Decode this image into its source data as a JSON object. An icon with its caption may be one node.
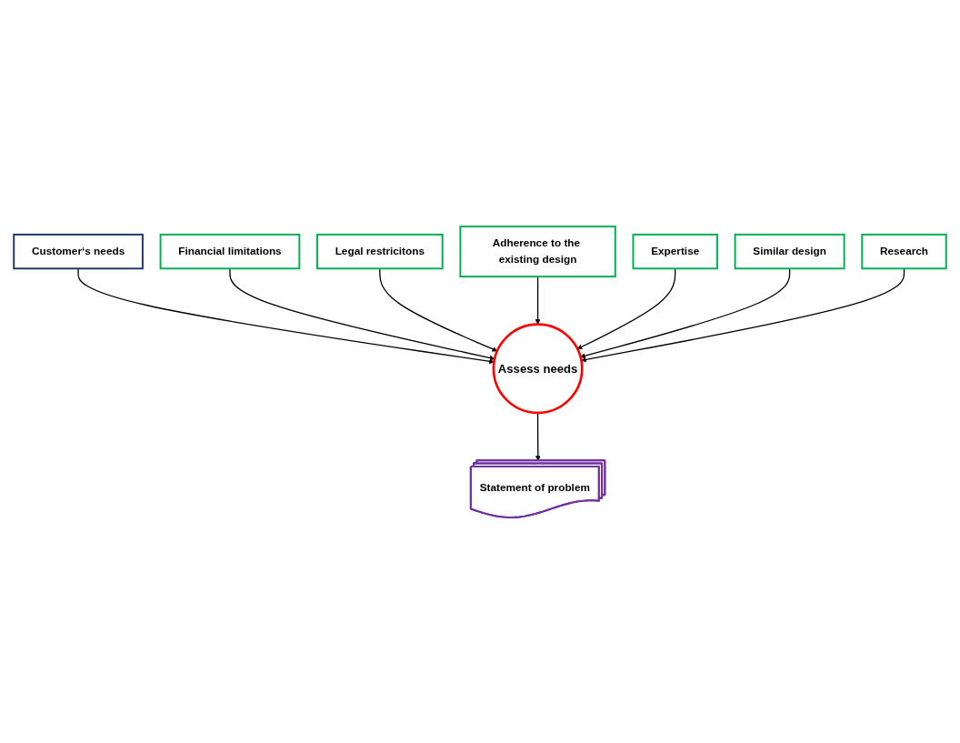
{
  "diagram": {
    "nodes": [
      {
        "text": [
          "Customer‘s needs"
        ]
      },
      {
        "text": [
          "Financial limitations"
        ]
      },
      {
        "text": [
          "Legal restricitons"
        ]
      },
      {
        "text": [
          "Adherence to the existing design"
        ]
      },
      {
        "text": [
          "Assess needs"
        ]
      },
      {
        "text": [
          "Expertise"
        ]
      },
      {
        "text": [
          "Similar design"
        ]
      },
      {
        "text": [
          "Research"
        ]
      },
      {
        "text": [
          "Statement of problem"
        ]
      }
    ],
    "edges": [
      {
        "from": 0,
        "to": 4,
        "arrow": "to"
      },
      {
        "from": 1,
        "to": 4,
        "arrow": "to"
      },
      {
        "from": 2,
        "to": 4,
        "arrow": "to"
      },
      {
        "from": 3,
        "to": 4,
        "arrow": "to"
      },
      {
        "from": 5,
        "to": 4,
        "arrow": "to"
      },
      {
        "from": 6,
        "to": 4,
        "arrow": "to"
      },
      {
        "from": 7,
        "to": 4,
        "arrow": "to"
      },
      {
        "from": 4,
        "to": 8,
        "arrow": "to"
      }
    ]
  }
}
